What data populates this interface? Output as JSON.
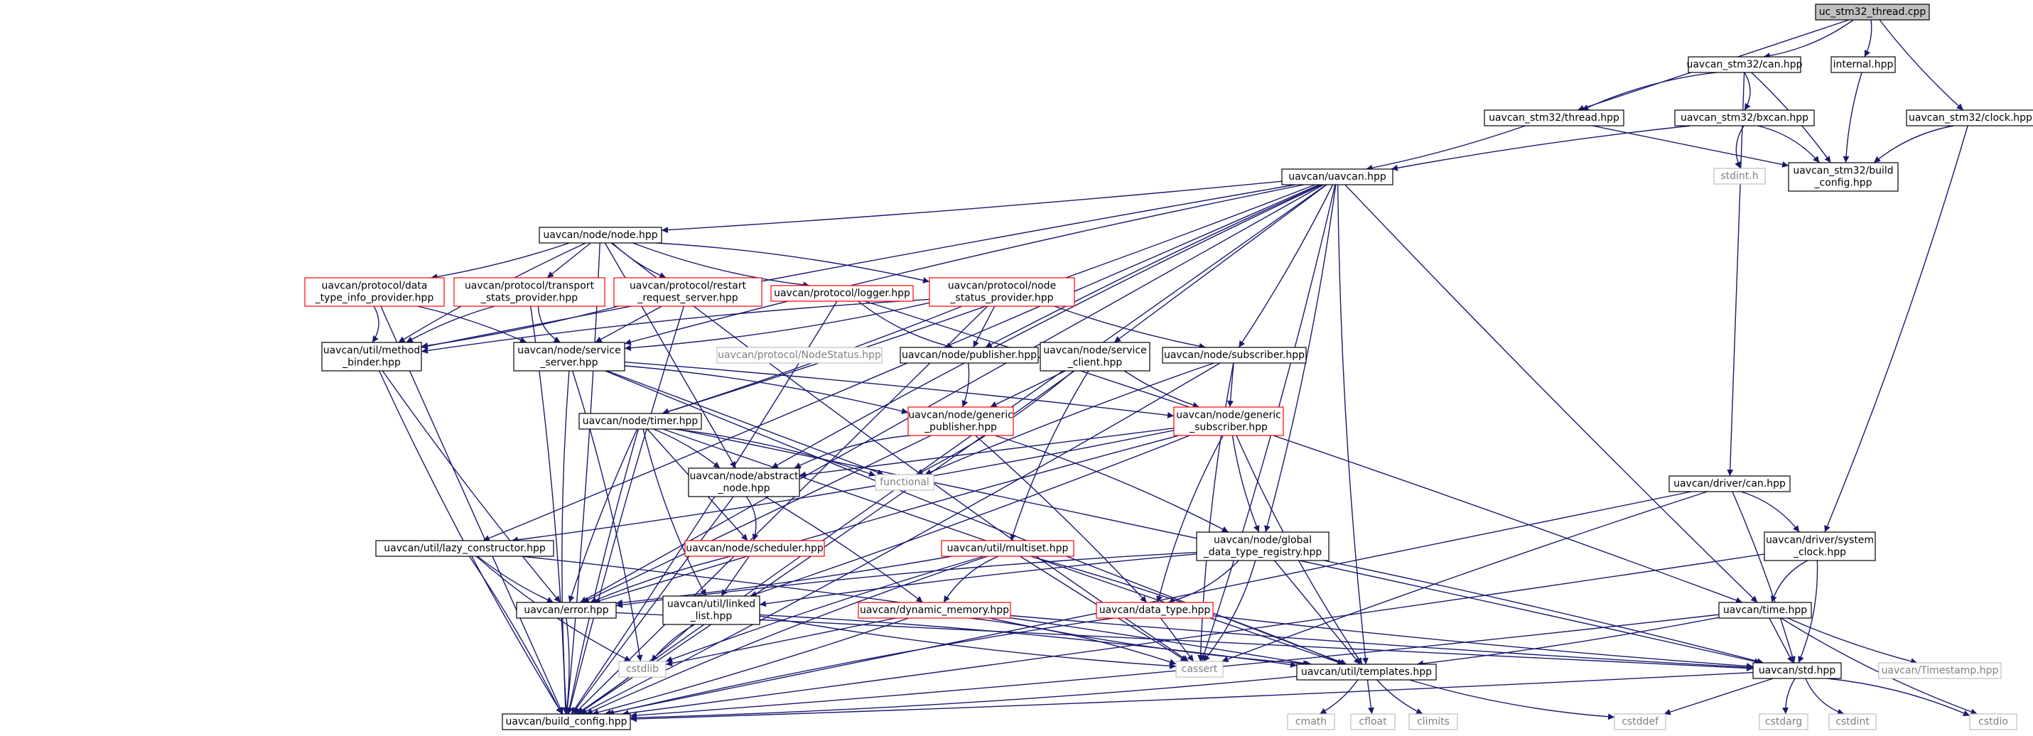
{
  "title": "uc_stm32_thread.cpp",
  "nodes": [
    {
      "id": "root",
      "lines": [
        "uc_stm32_thread.cpp"
      ],
      "style": "root"
    },
    {
      "id": "can_hpp",
      "lines": [
        "uavcan_stm32/can.hpp"
      ],
      "style": "normal"
    },
    {
      "id": "internal_hpp",
      "lines": [
        "internal.hpp"
      ],
      "style": "normal"
    },
    {
      "id": "thread_hpp",
      "lines": [
        "uavcan_stm32/thread.hpp"
      ],
      "style": "normal"
    },
    {
      "id": "bxcan_hpp",
      "lines": [
        "uavcan_stm32/bxcan.hpp"
      ],
      "style": "normal"
    },
    {
      "id": "clock_hpp",
      "lines": [
        "uavcan_stm32/clock.hpp"
      ],
      "style": "normal"
    },
    {
      "id": "stm32_build_config",
      "lines": [
        "uavcan_stm32/build",
        "_config.hpp"
      ],
      "style": "normal"
    },
    {
      "id": "stdint_h",
      "lines": [
        "stdint.h"
      ],
      "style": "sys"
    },
    {
      "id": "uavcan_hpp",
      "lines": [
        "uavcan/uavcan.hpp"
      ],
      "style": "normal"
    },
    {
      "id": "node_hpp",
      "lines": [
        "uavcan/node/node.hpp"
      ],
      "style": "normal"
    },
    {
      "id": "data_type_info",
      "lines": [
        "uavcan/protocol/data",
        "_type_info_provider.hpp"
      ],
      "style": "trunc"
    },
    {
      "id": "transport_stats",
      "lines": [
        "uavcan/protocol/transport",
        "_stats_provider.hpp"
      ],
      "style": "trunc"
    },
    {
      "id": "restart_request",
      "lines": [
        "uavcan/protocol/restart",
        "_request_server.hpp"
      ],
      "style": "trunc"
    },
    {
      "id": "logger_hpp",
      "lines": [
        "uavcan/protocol/logger.hpp"
      ],
      "style": "trunc"
    },
    {
      "id": "node_status_provider",
      "lines": [
        "uavcan/protocol/node",
        "_status_provider.hpp"
      ],
      "style": "trunc"
    },
    {
      "id": "method_binder",
      "lines": [
        "uavcan/util/method",
        "_binder.hpp"
      ],
      "style": "normal"
    },
    {
      "id": "service_server",
      "lines": [
        "uavcan/node/service",
        "_server.hpp"
      ],
      "style": "normal"
    },
    {
      "id": "nodestatus_hpp",
      "lines": [
        "uavcan/protocol/NodeStatus.hpp"
      ],
      "style": "sys"
    },
    {
      "id": "publisher_hpp",
      "lines": [
        "uavcan/node/publisher.hpp"
      ],
      "style": "normal"
    },
    {
      "id": "service_client",
      "lines": [
        "uavcan/node/service",
        "_client.hpp"
      ],
      "style": "normal"
    },
    {
      "id": "subscriber_hpp",
      "lines": [
        "uavcan/node/subscriber.hpp"
      ],
      "style": "normal"
    },
    {
      "id": "timer_hpp",
      "lines": [
        "uavcan/node/timer.hpp"
      ],
      "style": "normal"
    },
    {
      "id": "generic_publisher",
      "lines": [
        "uavcan/node/generic",
        "_publisher.hpp"
      ],
      "style": "trunc"
    },
    {
      "id": "generic_subscriber",
      "lines": [
        "uavcan/node/generic",
        "_subscriber.hpp"
      ],
      "style": "trunc"
    },
    {
      "id": "functional",
      "lines": [
        "functional"
      ],
      "style": "sys"
    },
    {
      "id": "abstract_node",
      "lines": [
        "uavcan/node/abstract",
        "_node.hpp"
      ],
      "style": "normal"
    },
    {
      "id": "lazy_constructor",
      "lines": [
        "uavcan/util/lazy_constructor.hpp"
      ],
      "style": "normal"
    },
    {
      "id": "scheduler_hpp",
      "lines": [
        "uavcan/node/scheduler.hpp"
      ],
      "style": "trunc"
    },
    {
      "id": "multiset_hpp",
      "lines": [
        "uavcan/util/multiset.hpp"
      ],
      "style": "trunc"
    },
    {
      "id": "global_registry",
      "lines": [
        "uavcan/node/global",
        "_data_type_registry.hpp"
      ],
      "style": "normal"
    },
    {
      "id": "error_hpp",
      "lines": [
        "uavcan/error.hpp"
      ],
      "style": "normal"
    },
    {
      "id": "linked_list",
      "lines": [
        "uavcan/util/linked",
        "_list.hpp"
      ],
      "style": "normal"
    },
    {
      "id": "dynamic_memory",
      "lines": [
        "uavcan/dynamic_memory.hpp"
      ],
      "style": "trunc"
    },
    {
      "id": "data_type_hpp",
      "lines": [
        "uavcan/data_type.hpp"
      ],
      "style": "trunc"
    },
    {
      "id": "cstdlib",
      "lines": [
        "cstdlib"
      ],
      "style": "sys"
    },
    {
      "id": "cassert",
      "lines": [
        "cassert"
      ],
      "style": "sys"
    },
    {
      "id": "templates_hpp",
      "lines": [
        "uavcan/util/templates.hpp"
      ],
      "style": "normal"
    },
    {
      "id": "build_config",
      "lines": [
        "uavcan/build_config.hpp"
      ],
      "style": "normal"
    },
    {
      "id": "driver_can",
      "lines": [
        "uavcan/driver/can.hpp"
      ],
      "style": "normal"
    },
    {
      "id": "driver_system_clock",
      "lines": [
        "uavcan/driver/system",
        "_clock.hpp"
      ],
      "style": "normal"
    },
    {
      "id": "time_hpp",
      "lines": [
        "uavcan/time.hpp"
      ],
      "style": "normal"
    },
    {
      "id": "std_hpp",
      "lines": [
        "uavcan/std.hpp"
      ],
      "style": "normal"
    },
    {
      "id": "timestamp_hpp",
      "lines": [
        "uavcan/Timestamp.hpp"
      ],
      "style": "sys"
    },
    {
      "id": "cmath",
      "lines": [
        "cmath"
      ],
      "style": "sys"
    },
    {
      "id": "cfloat",
      "lines": [
        "cfloat"
      ],
      "style": "sys"
    },
    {
      "id": "climits",
      "lines": [
        "climits"
      ],
      "style": "sys"
    },
    {
      "id": "cstddef",
      "lines": [
        "cstddef"
      ],
      "style": "sys"
    },
    {
      "id": "cstdarg",
      "lines": [
        "cstdarg"
      ],
      "style": "sys"
    },
    {
      "id": "cstdint",
      "lines": [
        "cstdint"
      ],
      "style": "sys"
    },
    {
      "id": "cstdio",
      "lines": [
        "cstdio"
      ],
      "style": "sys"
    }
  ],
  "edges": [
    [
      "root",
      "can_hpp"
    ],
    [
      "root",
      "internal_hpp"
    ],
    [
      "root",
      "thread_hpp"
    ],
    [
      "root",
      "clock_hpp"
    ],
    [
      "can_hpp",
      "thread_hpp"
    ],
    [
      "can_hpp",
      "bxcan_hpp"
    ],
    [
      "can_hpp",
      "stm32_build_config"
    ],
    [
      "can_hpp",
      "driver_can"
    ],
    [
      "internal_hpp",
      "stm32_build_config"
    ],
    [
      "clock_hpp",
      "stm32_build_config"
    ],
    [
      "clock_hpp",
      "driver_system_clock"
    ],
    [
      "thread_hpp",
      "uavcan_hpp"
    ],
    [
      "thread_hpp",
      "stm32_build_config"
    ],
    [
      "bxcan_hpp",
      "uavcan_hpp"
    ],
    [
      "bxcan_hpp",
      "stdint_h"
    ],
    [
      "bxcan_hpp",
      "stm32_build_config"
    ],
    [
      "uavcan_hpp",
      "node_hpp"
    ],
    [
      "uavcan_hpp",
      "build_config"
    ],
    [
      "uavcan_hpp",
      "time_hpp"
    ],
    [
      "uavcan_hpp",
      "templates_hpp"
    ],
    [
      "uavcan_hpp",
      "global_registry"
    ],
    [
      "uavcan_hpp",
      "subscriber_hpp"
    ],
    [
      "uavcan_hpp",
      "service_client"
    ],
    [
      "uavcan_hpp",
      "publisher_hpp"
    ],
    [
      "uavcan_hpp",
      "service_server"
    ],
    [
      "uavcan_hpp",
      "timer_hpp"
    ],
    [
      "uavcan_hpp",
      "lazy_constructor"
    ],
    [
      "uavcan_hpp",
      "error_hpp"
    ],
    [
      "uavcan_hpp",
      "method_binder"
    ],
    [
      "uavcan_hpp",
      "abstract_node"
    ],
    [
      "uavcan_hpp",
      "cassert"
    ],
    [
      "node_hpp",
      "data_type_info"
    ],
    [
      "node_hpp",
      "transport_stats"
    ],
    [
      "node_hpp",
      "restart_request"
    ],
    [
      "node_hpp",
      "logger_hpp"
    ],
    [
      "node_hpp",
      "node_status_provider"
    ],
    [
      "node_hpp",
      "build_config"
    ],
    [
      "node_hpp",
      "abstract_node"
    ],
    [
      "node_hpp",
      "method_binder"
    ],
    [
      "node_hpp",
      "cassert"
    ],
    [
      "data_type_info",
      "method_binder"
    ],
    [
      "data_type_info",
      "service_server"
    ],
    [
      "data_type_info",
      "build_config"
    ],
    [
      "transport_stats",
      "method_binder"
    ],
    [
      "transport_stats",
      "service_server"
    ],
    [
      "transport_stats",
      "build_config"
    ],
    [
      "restart_request",
      "method_binder"
    ],
    [
      "restart_request",
      "service_server"
    ],
    [
      "restart_request",
      "build_config"
    ],
    [
      "logger_hpp",
      "publisher_hpp"
    ],
    [
      "logger_hpp",
      "time_hpp"
    ],
    [
      "logger_hpp",
      "build_config"
    ],
    [
      "node_status_provider",
      "publisher_hpp"
    ],
    [
      "node_status_provider",
      "subscriber_hpp"
    ],
    [
      "node_status_provider",
      "method_binder"
    ],
    [
      "node_status_provider",
      "service_server"
    ],
    [
      "node_status_provider",
      "timer_hpp"
    ],
    [
      "node_status_provider",
      "build_config"
    ],
    [
      "method_binder",
      "error_hpp"
    ],
    [
      "method_binder",
      "build_config"
    ],
    [
      "service_server",
      "generic_publisher"
    ],
    [
      "service_server",
      "generic_subscriber"
    ],
    [
      "service_server",
      "functional"
    ],
    [
      "service_server",
      "templates_hpp"
    ],
    [
      "service_server",
      "build_config"
    ],
    [
      "service_server",
      "cstdlib"
    ],
    [
      "publisher_hpp",
      "generic_publisher"
    ],
    [
      "service_client",
      "generic_publisher"
    ],
    [
      "service_client",
      "generic_subscriber"
    ],
    [
      "service_client",
      "multiset_hpp"
    ],
    [
      "service_client",
      "functional"
    ],
    [
      "service_client",
      "build_config"
    ],
    [
      "subscriber_hpp",
      "generic_subscriber"
    ],
    [
      "subscriber_hpp",
      "functional"
    ],
    [
      "subscriber_hpp",
      "cassert"
    ],
    [
      "subscriber_hpp",
      "build_config"
    ],
    [
      "timer_hpp",
      "abstract_node"
    ],
    [
      "timer_hpp",
      "scheduler_hpp"
    ],
    [
      "timer_hpp",
      "error_hpp"
    ],
    [
      "timer_hpp",
      "linked_list"
    ],
    [
      "timer_hpp",
      "functional"
    ],
    [
      "timer_hpp",
      "std_hpp"
    ],
    [
      "timer_hpp",
      "templates_hpp"
    ],
    [
      "timer_hpp",
      "build_config"
    ],
    [
      "generic_publisher",
      "abstract_node"
    ],
    [
      "generic_publisher",
      "global_registry"
    ],
    [
      "generic_publisher",
      "data_type_hpp"
    ],
    [
      "generic_publisher",
      "error_hpp"
    ],
    [
      "generic_subscriber",
      "global_registry"
    ],
    [
      "generic_subscriber",
      "data_type_hpp"
    ],
    [
      "generic_subscriber",
      "lazy_constructor"
    ],
    [
      "generic_subscriber",
      "linked_list"
    ],
    [
      "generic_subscriber",
      "abstract_node"
    ],
    [
      "generic_subscriber",
      "error_hpp"
    ],
    [
      "generic_subscriber",
      "templates_hpp"
    ],
    [
      "abstract_node",
      "scheduler_hpp"
    ],
    [
      "abstract_node",
      "dynamic_memory"
    ],
    [
      "abstract_node",
      "build_config"
    ],
    [
      "lazy_constructor",
      "error_hpp"
    ],
    [
      "lazy_constructor",
      "cstdlib"
    ],
    [
      "lazy_constructor",
      "templates_hpp"
    ],
    [
      "lazy_constructor",
      "build_config"
    ],
    [
      "scheduler_hpp",
      "linked_list"
    ],
    [
      "scheduler_hpp",
      "error_hpp"
    ],
    [
      "multiset_hpp",
      "dynamic_memory"
    ],
    [
      "multiset_hpp",
      "templates_hpp"
    ],
    [
      "multiset_hpp",
      "error_hpp"
    ],
    [
      "multiset_hpp",
      "cassert"
    ],
    [
      "multiset_hpp",
      "cstdlib"
    ],
    [
      "multiset_hpp",
      "build_config"
    ],
    [
      "global_registry",
      "data_type_hpp"
    ],
    [
      "global_registry",
      "std_hpp"
    ],
    [
      "global_registry",
      "templates_hpp"
    ],
    [
      "global_registry",
      "linked_list"
    ],
    [
      "global_registry",
      "error_hpp"
    ],
    [
      "global_registry",
      "cassert"
    ],
    [
      "error_hpp",
      "build_config"
    ],
    [
      "error_hpp",
      "std_hpp"
    ],
    [
      "linked_list",
      "cstdlib"
    ],
    [
      "linked_list",
      "cassert"
    ],
    [
      "linked_list",
      "templates_hpp"
    ],
    [
      "linked_list",
      "build_config"
    ],
    [
      "dynamic_memory",
      "cstdlib"
    ],
    [
      "dynamic_memory",
      "std_hpp"
    ],
    [
      "dynamic_memory",
      "templates_hpp"
    ],
    [
      "dynamic_memory",
      "cassert"
    ],
    [
      "dynamic_memory",
      "build_config"
    ],
    [
      "data_type_hpp",
      "cassert"
    ],
    [
      "data_type_hpp",
      "std_hpp"
    ],
    [
      "data_type_hpp",
      "build_config"
    ],
    [
      "templates_hpp",
      "build_config"
    ],
    [
      "templates_hpp",
      "cmath"
    ],
    [
      "templates_hpp",
      "cfloat"
    ],
    [
      "templates_hpp",
      "climits"
    ],
    [
      "templates_hpp",
      "cstddef"
    ],
    [
      "driver_can",
      "driver_system_clock"
    ],
    [
      "driver_can",
      "std_hpp"
    ],
    [
      "driver_can",
      "build_config"
    ],
    [
      "driver_can",
      "cassert"
    ],
    [
      "driver_system_clock",
      "time_hpp"
    ],
    [
      "driver_system_clock",
      "std_hpp"
    ],
    [
      "driver_system_clock",
      "build_config"
    ],
    [
      "time_hpp",
      "std_hpp"
    ],
    [
      "time_hpp",
      "timestamp_hpp"
    ],
    [
      "time_hpp",
      "cstdio"
    ],
    [
      "time_hpp",
      "build_config"
    ],
    [
      "time_hpp",
      "templates_hpp"
    ],
    [
      "std_hpp",
      "cstddef"
    ],
    [
      "std_hpp",
      "cstdarg"
    ],
    [
      "std_hpp",
      "cstdint"
    ],
    [
      "std_hpp",
      "cstdio"
    ],
    [
      "std_hpp",
      "build_config"
    ]
  ]
}
